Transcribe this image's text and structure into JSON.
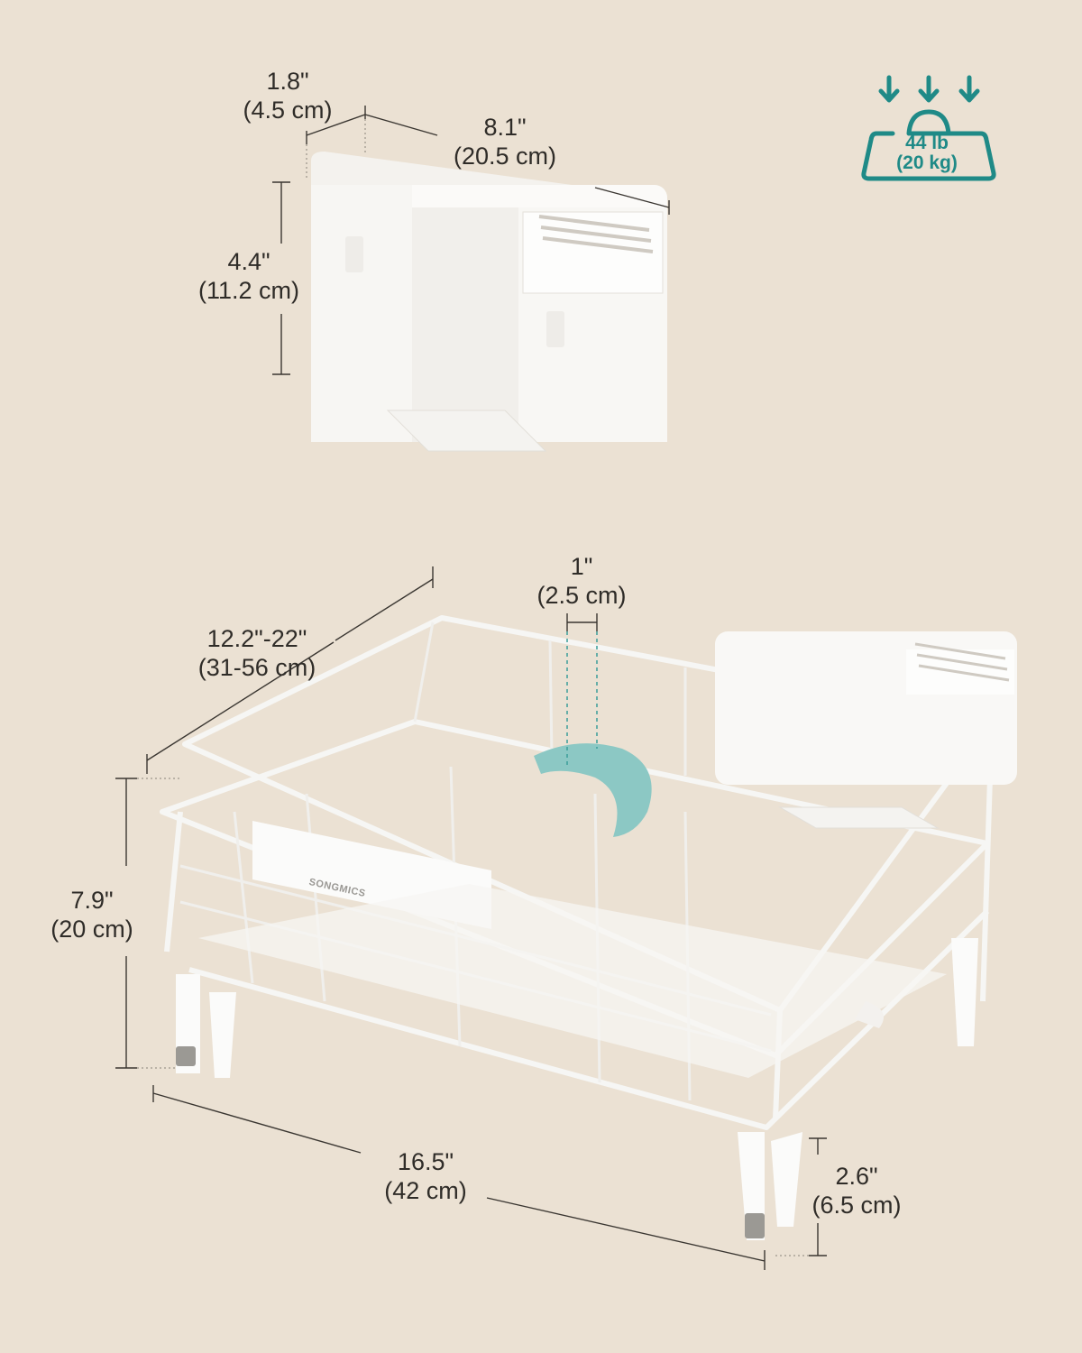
{
  "image": {
    "background": "#ebe1d3",
    "accent": "#1f8a87",
    "product_color": "#fafafa"
  },
  "load_badge": {
    "icon": "weight-load-icon",
    "weight_lb": "44 lb",
    "weight_kg": "(20 kg)"
  },
  "utensil_holder": {
    "depth": {
      "in": "1.8\"",
      "cm": "(4.5 cm)"
    },
    "width": {
      "in": "8.1\"",
      "cm": "(20.5 cm)"
    },
    "height": {
      "in": "4.4\"",
      "cm": "(11.2 cm)"
    }
  },
  "dish_rack": {
    "brand": "SONGMICS",
    "adjustable_width": {
      "in": "12.2\"-22\"",
      "cm": "(31-56 cm)"
    },
    "slot_gap": {
      "in": "1\"",
      "cm": "(2.5 cm)"
    },
    "height": {
      "in": "7.9\"",
      "cm": "(20 cm)"
    },
    "length": {
      "in": "16.5\"",
      "cm": "(42 cm)"
    },
    "leg_height": {
      "in": "2.6\"",
      "cm": "(6.5 cm)"
    }
  }
}
